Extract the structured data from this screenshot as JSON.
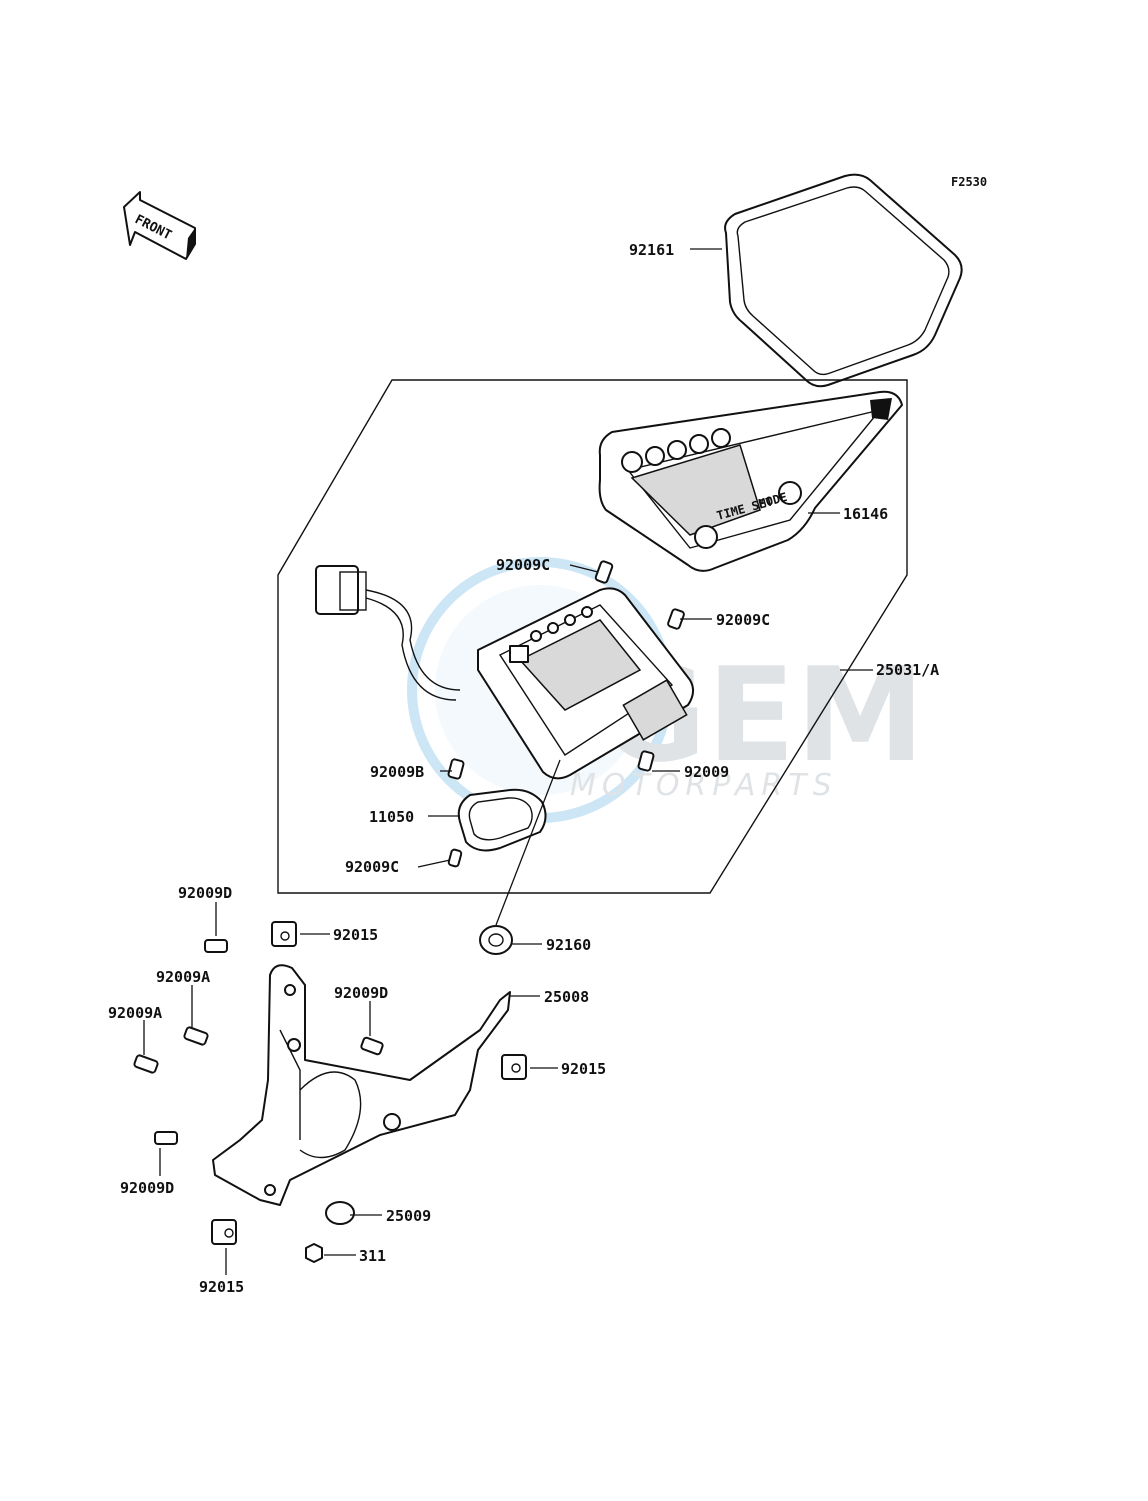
{
  "figure_code": "F2530",
  "front_arrow_text": "FRONT",
  "watermark": {
    "main": "GEM",
    "sub": "MOTORPARTS",
    "color": "#4aa3df"
  },
  "parts": [
    {
      "id": "p92161",
      "number": "92161"
    },
    {
      "id": "p16146",
      "number": "16146"
    },
    {
      "id": "p92009C_a",
      "number": "92009C"
    },
    {
      "id": "p92009C_b",
      "number": "92009C"
    },
    {
      "id": "p25031A",
      "number": "25031/A"
    },
    {
      "id": "p92009B",
      "number": "92009B"
    },
    {
      "id": "p92009",
      "number": "92009"
    },
    {
      "id": "p11050",
      "number": "11050"
    },
    {
      "id": "p92009C_c",
      "number": "92009C"
    },
    {
      "id": "p92009D_a",
      "number": "92009D"
    },
    {
      "id": "p92015_a",
      "number": "92015"
    },
    {
      "id": "p92160",
      "number": "92160"
    },
    {
      "id": "p92009A_a",
      "number": "92009A"
    },
    {
      "id": "p92009D_b",
      "number": "92009D"
    },
    {
      "id": "p25008",
      "number": "25008"
    },
    {
      "id": "p92009A_b",
      "number": "92009A"
    },
    {
      "id": "p92015_b",
      "number": "92015"
    },
    {
      "id": "p92009D_c",
      "number": "92009D"
    },
    {
      "id": "p25009",
      "number": "25009"
    },
    {
      "id": "p311",
      "number": "311"
    },
    {
      "id": "p92015_c",
      "number": "92015"
    }
  ],
  "meter_buttons": {
    "left": "TIME SET",
    "right": "MODE"
  }
}
